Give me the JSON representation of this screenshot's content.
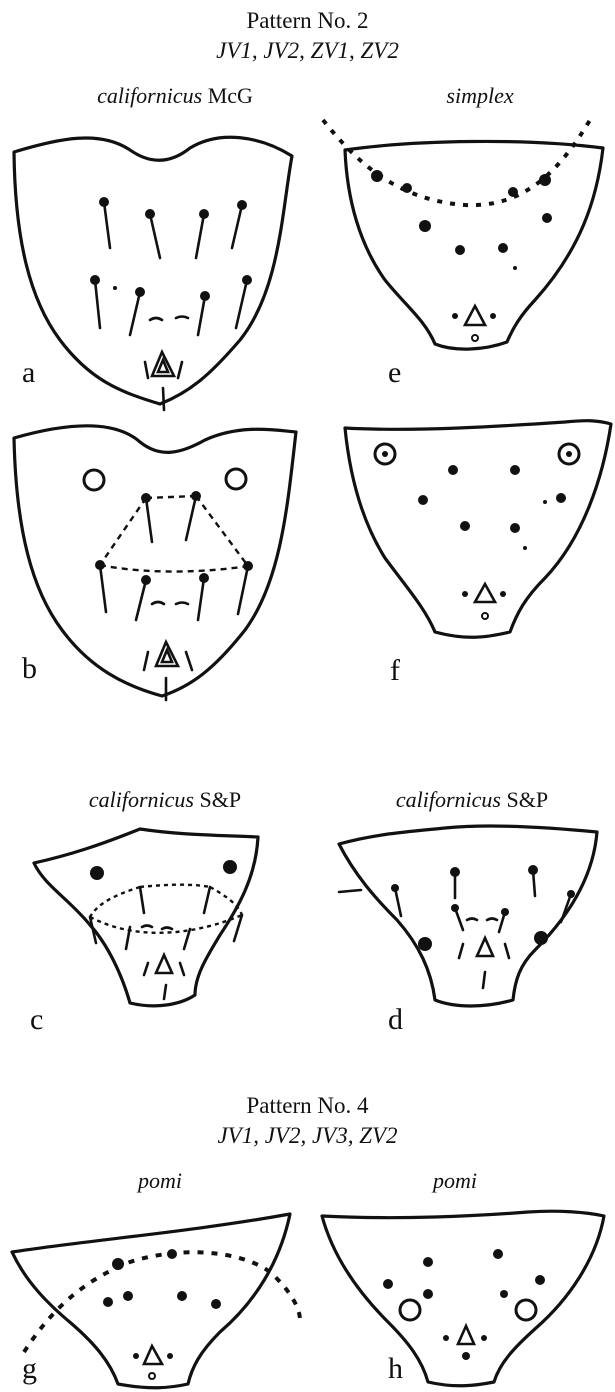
{
  "pattern2": {
    "title": "Pattern No. 2",
    "setae": "JV1, JV2, ZV1, ZV2"
  },
  "pattern4": {
    "title": "Pattern No. 4",
    "setae": "JV1, JV2, JV3, ZV2"
  },
  "species": {
    "californicus_mcg_name": "californicus",
    "californicus_mcg_author": "McG",
    "simplex": "simplex",
    "californicus_sp_c_name": "californicus",
    "californicus_sp_c_author": "S&P",
    "californicus_sp_d_name": "californicus",
    "californicus_sp_d_author": "S&P",
    "pomi_g": "pomi",
    "pomi_h": "pomi"
  },
  "letters": {
    "a": "a",
    "b": "b",
    "c": "c",
    "d": "d",
    "e": "e",
    "f": "f",
    "g": "g",
    "h": "h"
  }
}
